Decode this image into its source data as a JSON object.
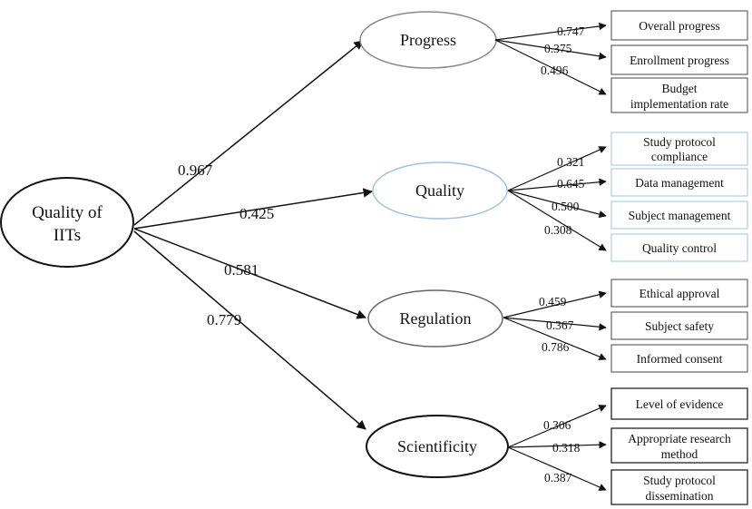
{
  "root": {
    "label_line1": "Quality of",
    "label_line2": "IITs"
  },
  "factors": [
    {
      "name": "Progress",
      "loading": "0.967",
      "color": "#888888",
      "indicators": [
        {
          "label_lines": [
            "Overall progress"
          ],
          "weight": "0.747"
        },
        {
          "label_lines": [
            "Enrollment progress"
          ],
          "weight": "0.375"
        },
        {
          "label_lines": [
            "Budget",
            "implementation rate"
          ],
          "weight": "0.496"
        }
      ]
    },
    {
      "name": "Quality",
      "loading": "0.425",
      "color": "#9ec3e6",
      "indicators": [
        {
          "label_lines": [
            "Study protocol",
            "compliance"
          ],
          "weight": "0.321"
        },
        {
          "label_lines": [
            "Data management"
          ],
          "weight": "0.645"
        },
        {
          "label_lines": [
            "Subject management"
          ],
          "weight": "0.500"
        },
        {
          "label_lines": [
            "Quality control"
          ],
          "weight": "0.308"
        }
      ]
    },
    {
      "name": "Regulation",
      "loading": "0.581",
      "color": "#666666",
      "indicators": [
        {
          "label_lines": [
            "Ethical approval"
          ],
          "weight": "0.459"
        },
        {
          "label_lines": [
            "Subject safety"
          ],
          "weight": "0.367"
        },
        {
          "label_lines": [
            "Informed consent"
          ],
          "weight": "0.786"
        }
      ]
    },
    {
      "name": "Scientificity",
      "loading": "0.779",
      "color": "#111111",
      "indicators": [
        {
          "label_lines": [
            "Level of evidence"
          ],
          "weight": "0.306"
        },
        {
          "label_lines": [
            "Appropriate research",
            "method"
          ],
          "weight": "0.318"
        },
        {
          "label_lines": [
            "Study protocol",
            "dissemination"
          ],
          "weight": "0.387"
        }
      ]
    }
  ]
}
